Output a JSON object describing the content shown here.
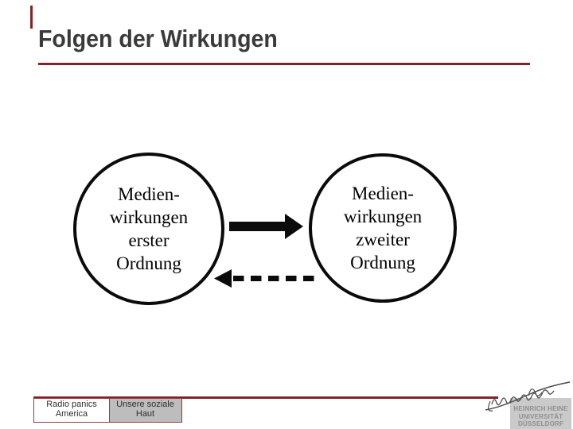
{
  "slide": {
    "title": "Folgen der Wirkungen"
  },
  "diagram": {
    "circle_left": {
      "lines": [
        "Medien-",
        "wirkungen",
        "erster",
        "Ordnung"
      ]
    },
    "circle_right": {
      "lines": [
        "Medien-",
        "wirkungen",
        "zweiter",
        "Ordnung"
      ]
    },
    "arrows": [
      {
        "name": "solid-right-arrow",
        "style": "solid",
        "direction": "right"
      },
      {
        "name": "dashed-left-arrow",
        "style": "dashed",
        "direction": "left"
      }
    ]
  },
  "footer": {
    "items": [
      {
        "line1": "Radio panics",
        "line2": "America",
        "active": false
      },
      {
        "line1": "Unsere soziale",
        "line2": "Haut",
        "active": true
      }
    ]
  },
  "logo": {
    "lines": [
      "HEINRICH HEINE",
      "UNIVERSITÄT",
      "DÜSSELDORF"
    ]
  },
  "colors": {
    "accent_red": "#822328",
    "cell_border_red": "#9c3a3a",
    "title_gray": "#3a3a3a",
    "footer_active_bg": "#bdbdbd",
    "logo_bg": "#cacaca",
    "logo_text": "#8f8f8f",
    "diagram_black": "#0b0b0b"
  }
}
